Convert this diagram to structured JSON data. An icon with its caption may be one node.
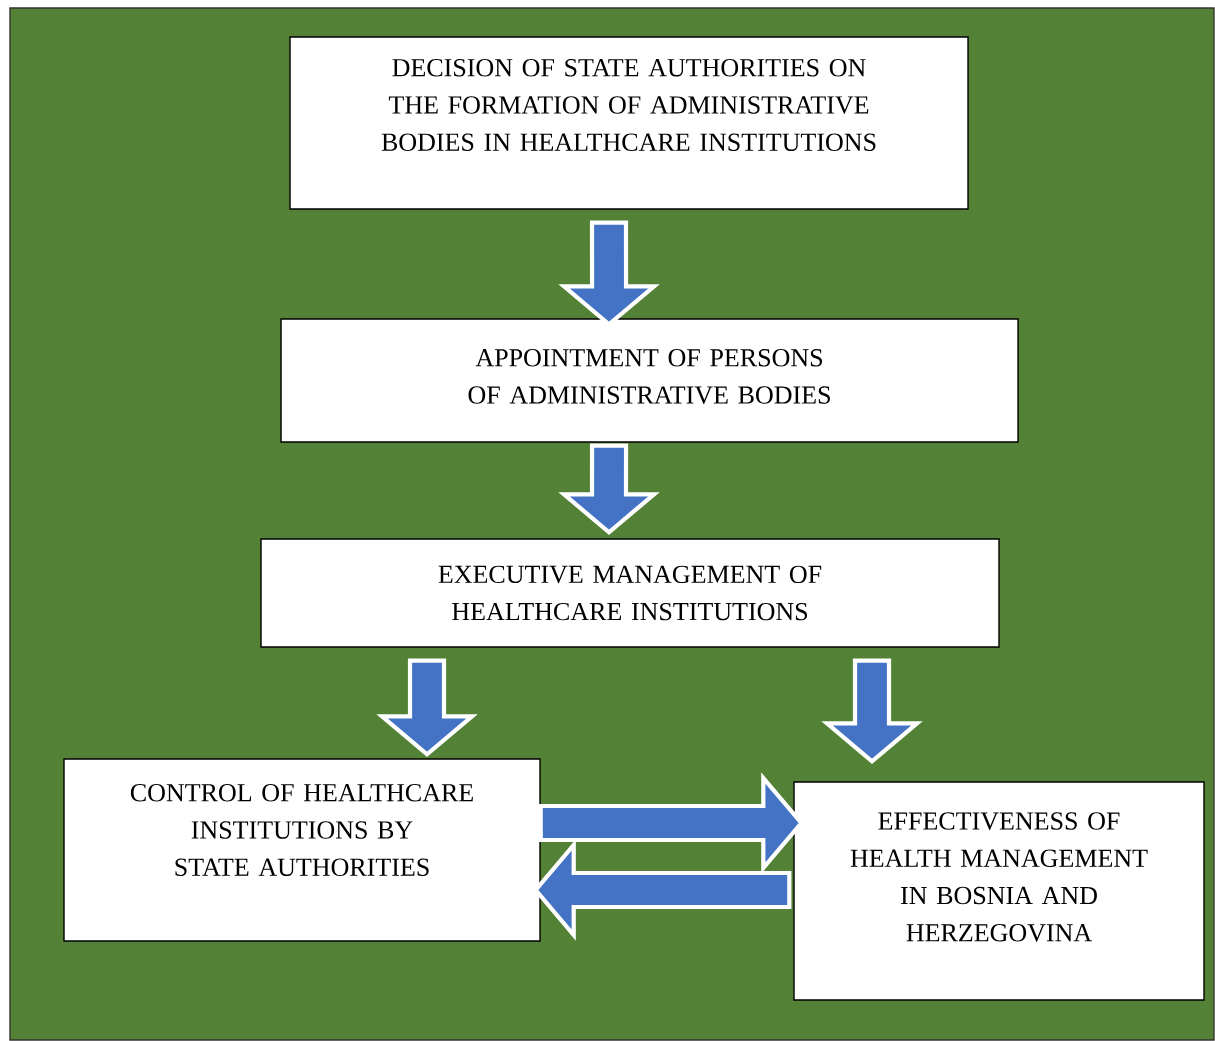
{
  "diagram": {
    "nodes": [
      {
        "text": [
          "DECISION OF STATE AUTHORITIES ON THE FORMATION OF ADMINISTRATIVE BODIES IN HEALTHCARE INSTITUTIONS"
        ]
      },
      {
        "text": [
          "APPOINTMENT OF PERSONS OF ADMINISTRATIVE BODIES"
        ]
      },
      {
        "text": [
          "EXECUTIVE MANAGEMENT OF HEALTHCARE INSTITUTIONS"
        ]
      },
      {
        "text": [
          "CONTROL OF HEALTHCARE INSTITUTIONS BY STATE AUTHORITIES"
        ]
      },
      {
        "text": [
          "EFFECTIVENESS OF HEALTH MANAGEMENT IN BOSNIA AND HERZEGOVINA"
        ]
      }
    ],
    "edges": [
      {
        "from": 0,
        "to": 1,
        "arrow": "to"
      },
      {
        "from": 1,
        "to": 2,
        "arrow": "to"
      },
      {
        "from": 2,
        "to": 3,
        "arrow": "to"
      },
      {
        "from": 2,
        "to": 4,
        "arrow": "to"
      },
      {
        "from": 3,
        "to": 4,
        "arrow": "to"
      },
      {
        "from": 4,
        "to": 3,
        "arrow": "to"
      }
    ]
  }
}
